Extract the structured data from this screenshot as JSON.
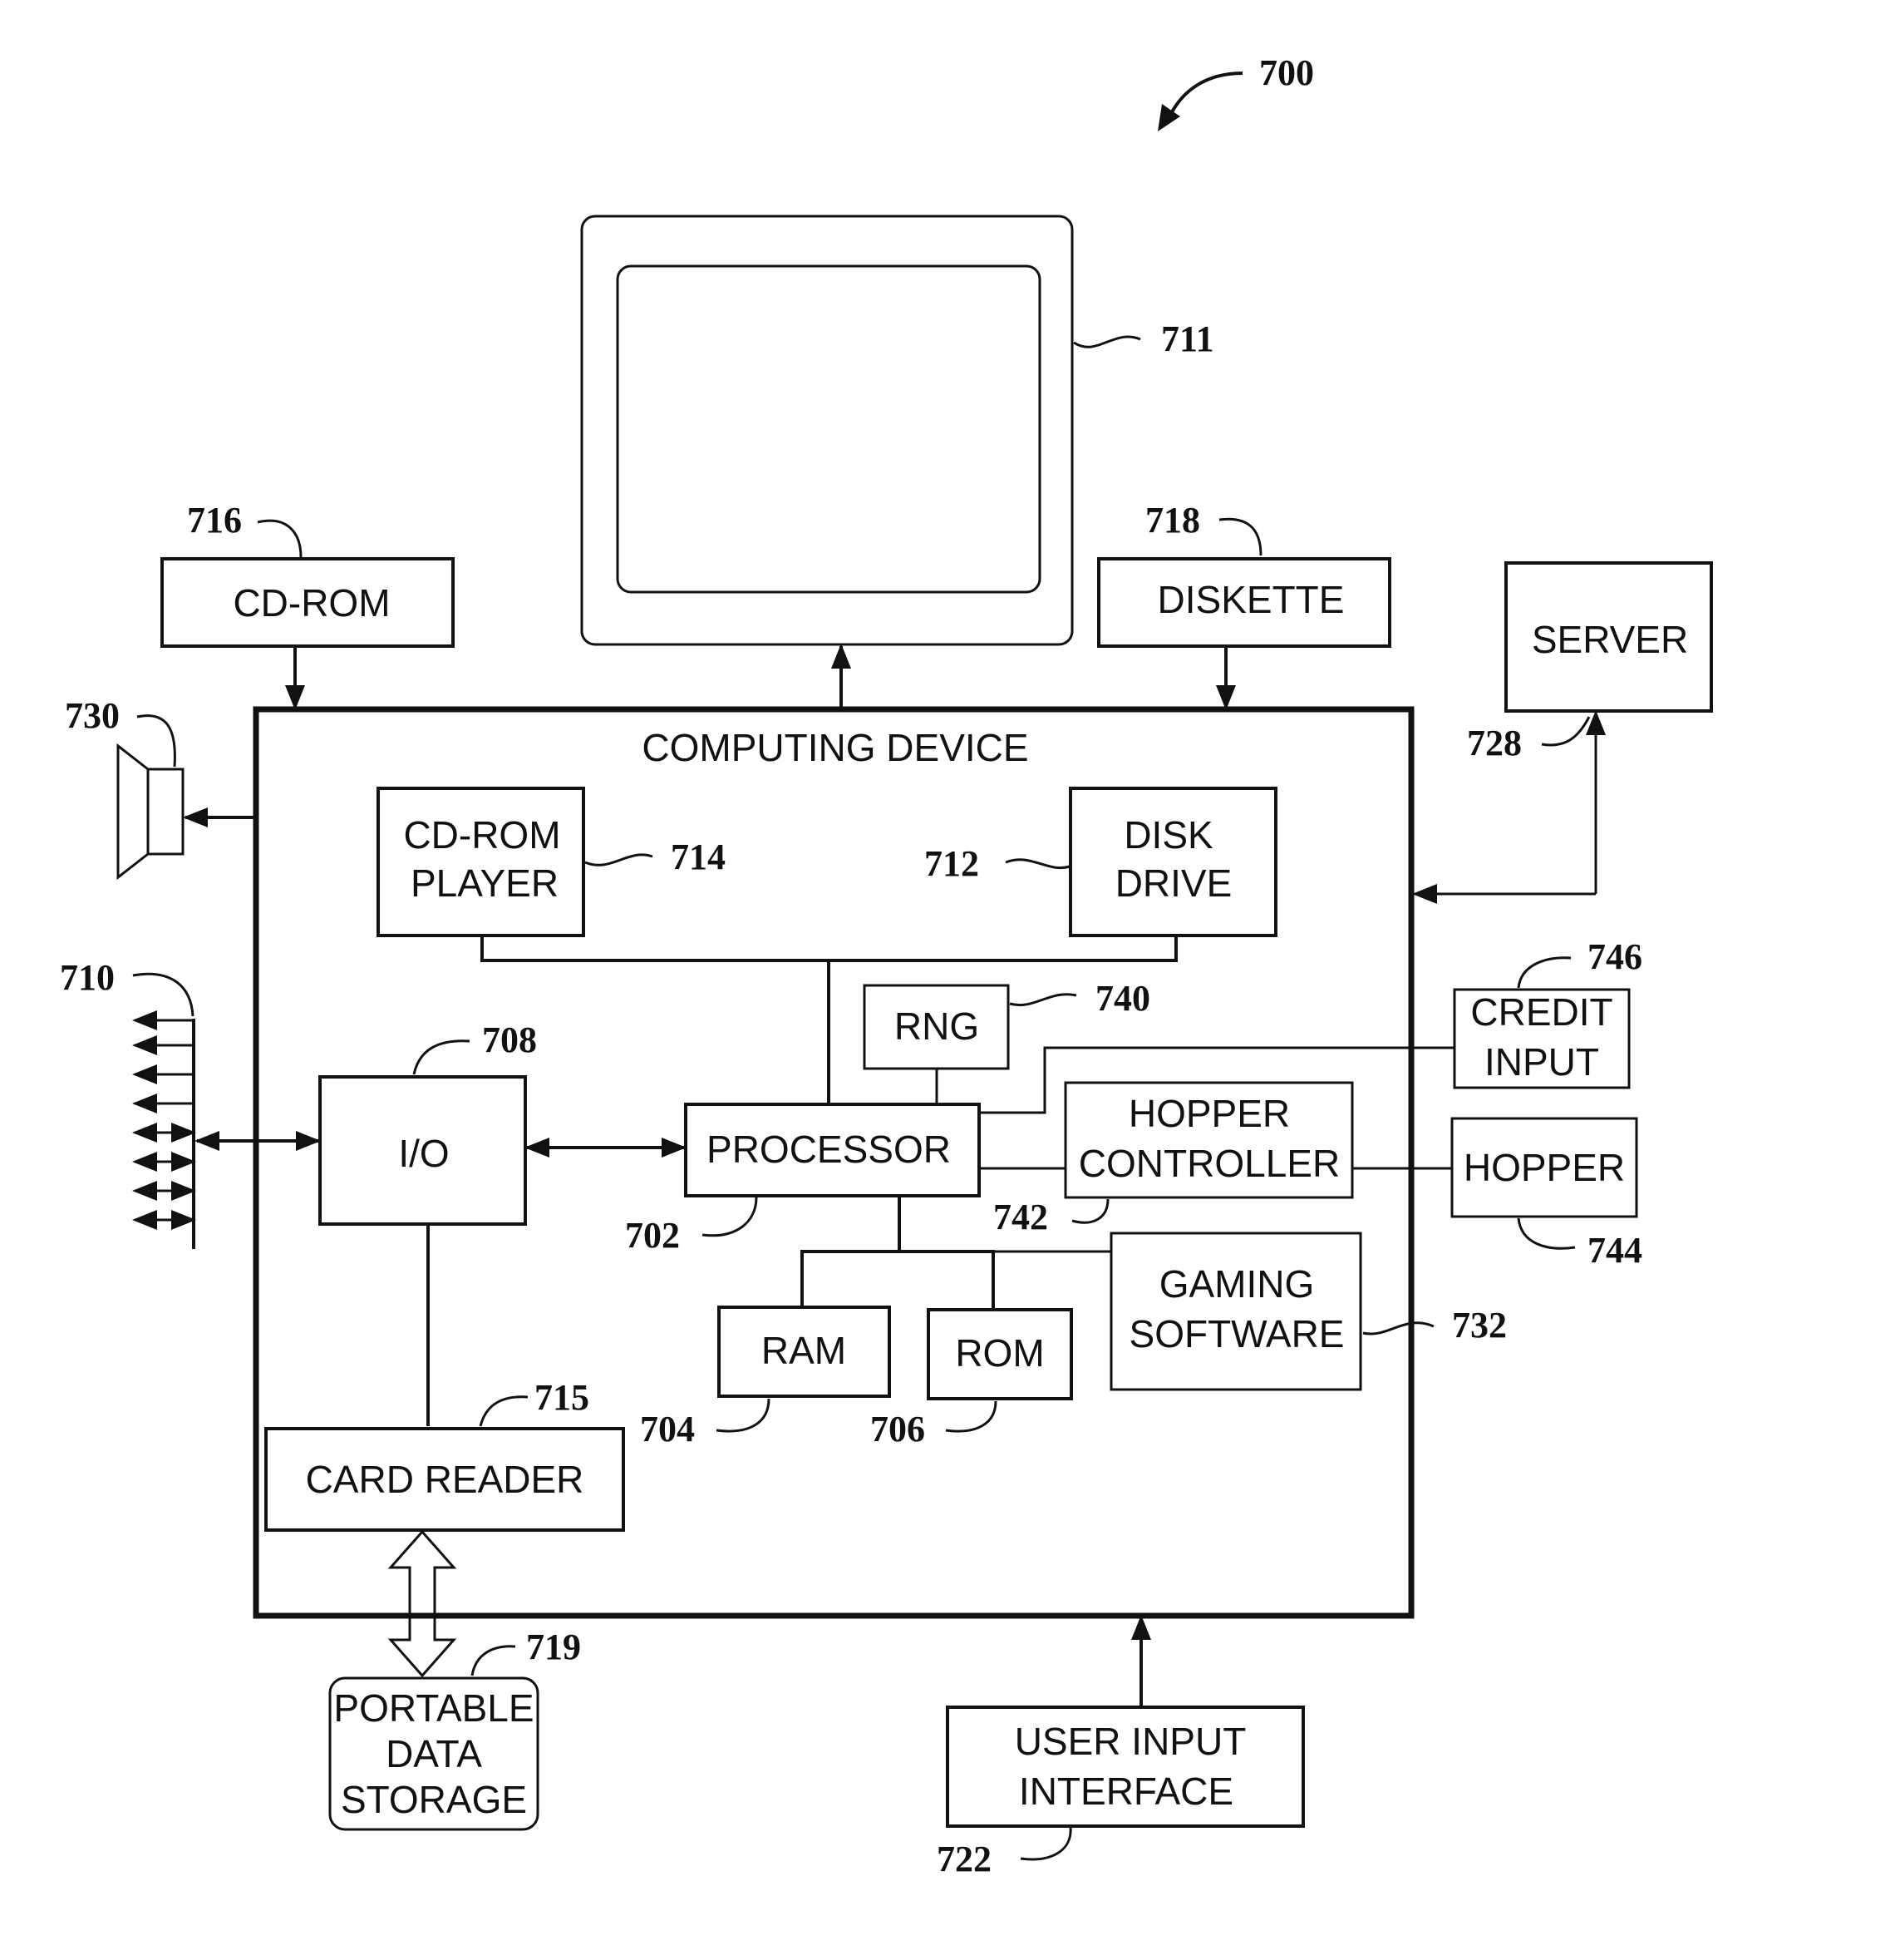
{
  "figure_ref": "700",
  "refs": {
    "display": "711",
    "cdrom_ext": "716",
    "diskette": "718",
    "server": "728",
    "speaker": "730",
    "cdrom_player": "714",
    "disk_drive": "712",
    "io_lines": "710",
    "io": "708",
    "rng": "740",
    "credit_input": "746",
    "hopper_controller": "742",
    "hopper": "744",
    "processor": "702",
    "ram": "704",
    "rom": "706",
    "gaming_software": "732",
    "card_reader": "715",
    "portable_storage": "719",
    "user_input": "722"
  },
  "labels": {
    "cdrom_ext": "CD-ROM",
    "diskette": "DISKETTE",
    "server": "SERVER",
    "computing_device": "COMPUTING DEVICE",
    "cdrom_player_1": "CD-ROM",
    "cdrom_player_2": "PLAYER",
    "disk_drive_1": "DISK",
    "disk_drive_2": "DRIVE",
    "rng": "RNG",
    "credit_input_1": "CREDIT",
    "credit_input_2": "INPUT",
    "io": "I/O",
    "processor": "PROCESSOR",
    "hopper_controller_1": "HOPPER",
    "hopper_controller_2": "CONTROLLER",
    "hopper": "HOPPER",
    "gaming_software_1": "GAMING",
    "gaming_software_2": "SOFTWARE",
    "ram": "RAM",
    "rom": "ROM",
    "card_reader": "CARD READER",
    "portable_storage_1": "PORTABLE",
    "portable_storage_2": "DATA",
    "portable_storage_3": "STORAGE",
    "user_input_1": "USER INPUT",
    "user_input_2": "INTERFACE"
  }
}
